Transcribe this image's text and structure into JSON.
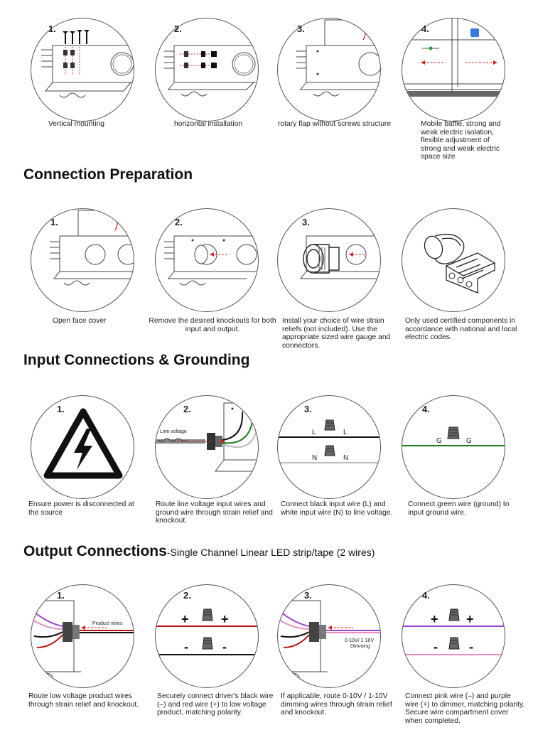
{
  "sections": {
    "prep": "Connection Preparation",
    "input": "Input Connections & Grounding",
    "output": "Output Connections",
    "output_sub": "-Single Channel Linear LED strip/tape (2 wires)"
  },
  "row1": [
    {
      "num": "1.",
      "caption": "Vertical mounting"
    },
    {
      "num": "2.",
      "caption": "horizontal installation"
    },
    {
      "num": "3.",
      "caption": "rotary flap without screws structure"
    },
    {
      "num": "4.",
      "caption": "Mobile baffle, strong and weak electric isolation, flexible adjustment of strong and weak electric space size"
    }
  ],
  "row2": [
    {
      "num": "1.",
      "caption": "Open face cover"
    },
    {
      "num": "2.",
      "caption": "Remove the desired knockouts for both input and output."
    },
    {
      "num": "3.",
      "caption": "Install your choice of wire strain reliefs (not included). Use the appropriate sized wire gauge and connectors."
    },
    {
      "num": "4.",
      "caption": "Only used certified components in accordance with national and local electric codes."
    }
  ],
  "row3": [
    {
      "num": "1.",
      "caption": "Ensure power is disconnected at the source"
    },
    {
      "num": "2.",
      "caption": "Route line voltage input wires and ground wire through strain relief and knockout.",
      "label": "Line voltage"
    },
    {
      "num": "3.",
      "caption": "Connect black input wire (L) and white input wire (N) to line voltage.",
      "l": "L",
      "n": "N"
    },
    {
      "num": "4.",
      "caption": "Connect green wire (ground) to input ground wire.",
      "g": "G"
    }
  ],
  "row4": [
    {
      "num": "1.",
      "caption": "Route low voltage product wires through strain relief and knockout.",
      "label": "Product wires"
    },
    {
      "num": "2.",
      "caption": "Securely connect driver's black wire (–) and red wire (+) to low voltage product, matching polarity.",
      "plus": "+",
      "minus": "-"
    },
    {
      "num": "3.",
      "caption": "If applicable, route 0-10V / 1-10V dimming wires through strain relief and knockout.",
      "label1": "0-10V/ 1-10V",
      "label2": "Dimming"
    },
    {
      "num": "4.",
      "caption": "Connect pink wire (–) and purple wire (+) to dimmer, matching polarity. Secure wire compartment cover when completed.",
      "plus": "+",
      "minus": "-"
    }
  ],
  "colors": {
    "arrow": "#e02020",
    "green_wire": "#1e7a1e",
    "red_wire": "#c01010",
    "purple_wire": "#9b3fd6",
    "pink_wire": "#e88fc0",
    "line": "#555555"
  }
}
